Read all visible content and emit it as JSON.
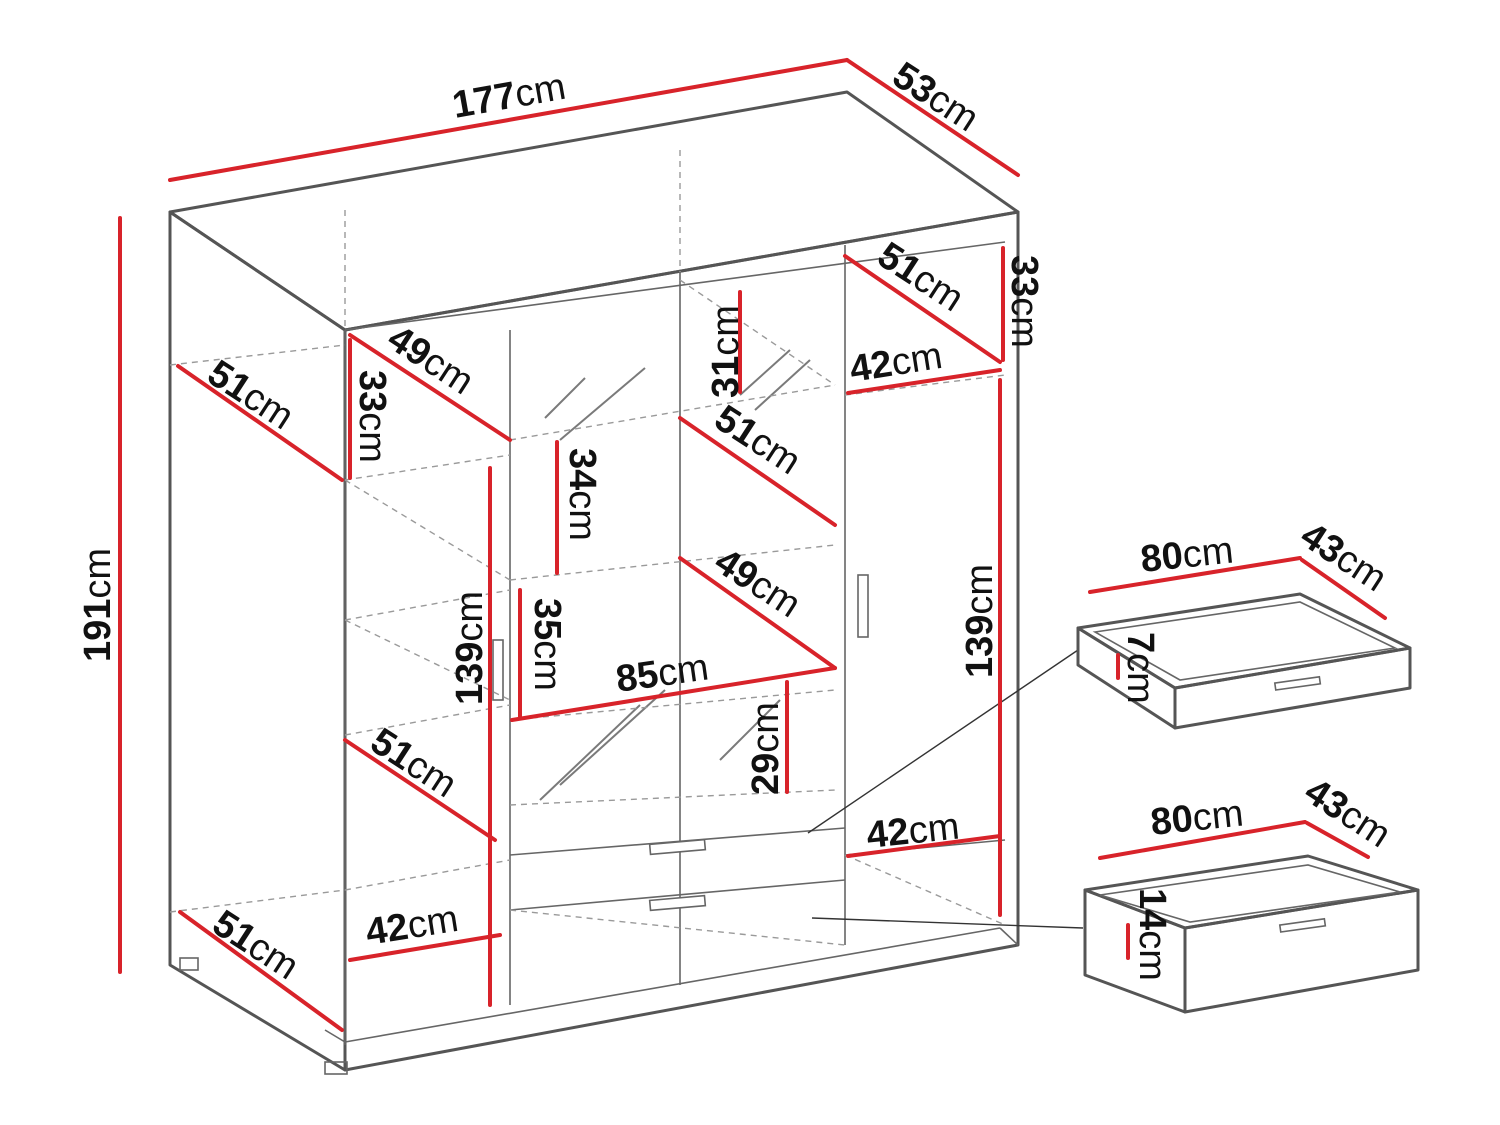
{
  "unit": "cm",
  "overall": {
    "width": "177",
    "depth": "53",
    "height": "191"
  },
  "left_section": {
    "shelf_depth_top": "51",
    "shelf_depth_bottom": "51",
    "inner_height_top": "33",
    "inner_depth_top": "49",
    "section_height": "139",
    "compartment_depth": "51",
    "compartment_width": "42"
  },
  "center_section": {
    "top_height": "31",
    "shelf_height_1": "34",
    "shelf_depth_1": "51",
    "shelf_height_2": "35",
    "shelf_depth_2": "49",
    "inner_width": "85",
    "shelf_height_3": "29"
  },
  "right_section": {
    "top_depth": "51",
    "top_height": "33",
    "top_width": "42",
    "section_height": "139",
    "bottom_width": "42"
  },
  "drawer_small": {
    "width": "80",
    "depth": "43",
    "height": "7"
  },
  "drawer_large": {
    "width": "80",
    "depth": "43",
    "height": "14"
  }
}
